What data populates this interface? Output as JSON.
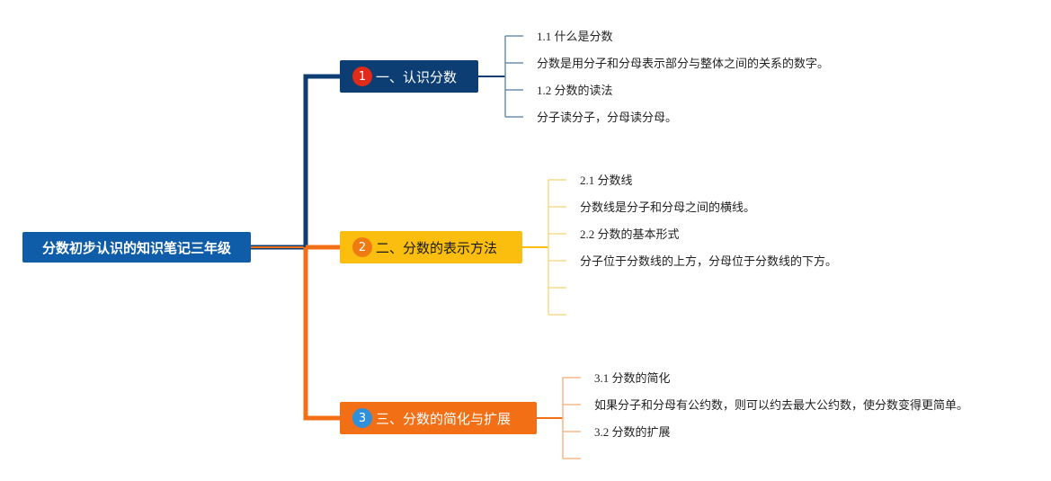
{
  "colors": {
    "root": "#0f5ca8",
    "branch_1": "#0c3d73",
    "branch_2": "#fbbe0f",
    "branch_3": "#f36f16",
    "badge_1": "#e02a1a",
    "badge_2": "#f07a12",
    "badge_3": "#2f8fd8",
    "leaf_line_1": "#6d8fb0",
    "leaf_line_2": "#f7dc8a",
    "leaf_line_3": "#f5b98c"
  },
  "root": {
    "title": "分数初步认识的知识笔记三年级"
  },
  "branches": [
    {
      "number": "1",
      "title": "一、认识分数",
      "leaves": [
        "1.1 什么是分数",
        "分数是用分子和分母表示部分与整体之间的关系的数字。",
        "1.2 分数的读法",
        "分子读分子，分母读分母。"
      ]
    },
    {
      "number": "2",
      "title": "二、分数的表示方法",
      "leaves": [
        "2.1 分数线",
        "分数线是分子和分母之间的横线。",
        "2.2 分数的基本形式",
        "分子位于分数线的上方，分母位于分数线的下方。",
        "",
        ""
      ]
    },
    {
      "number": "3",
      "title": "三、分数的简化与扩展",
      "leaves": [
        "3.1 分数的简化",
        "如果分子和分母有公约数，则可以约去最大公约数，使分数变得更简单。",
        "3.2 分数的扩展",
        ""
      ]
    }
  ]
}
